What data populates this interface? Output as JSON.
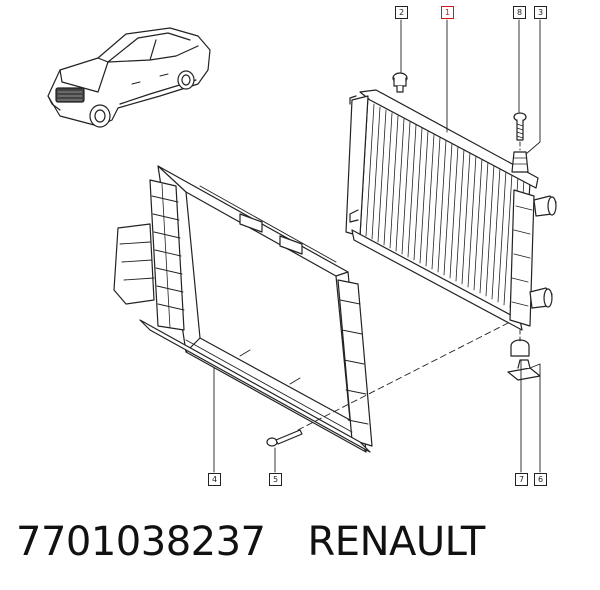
{
  "diagram": {
    "callouts": [
      {
        "id": "c1",
        "label": "1",
        "highlight": true
      },
      {
        "id": "c2",
        "label": "2",
        "highlight": false
      },
      {
        "id": "c3",
        "label": "3",
        "highlight": false
      },
      {
        "id": "c4",
        "label": "4",
        "highlight": false
      },
      {
        "id": "c5",
        "label": "5",
        "highlight": false
      },
      {
        "id": "c6",
        "label": "6",
        "highlight": false
      },
      {
        "id": "c7",
        "label": "7",
        "highlight": false
      },
      {
        "id": "c8",
        "label": "8",
        "highlight": false
      }
    ],
    "highlight_color": "#d21a1a",
    "line_color": "#222222"
  },
  "caption": {
    "part_number": "7701038237",
    "brand": "RENAULT"
  }
}
